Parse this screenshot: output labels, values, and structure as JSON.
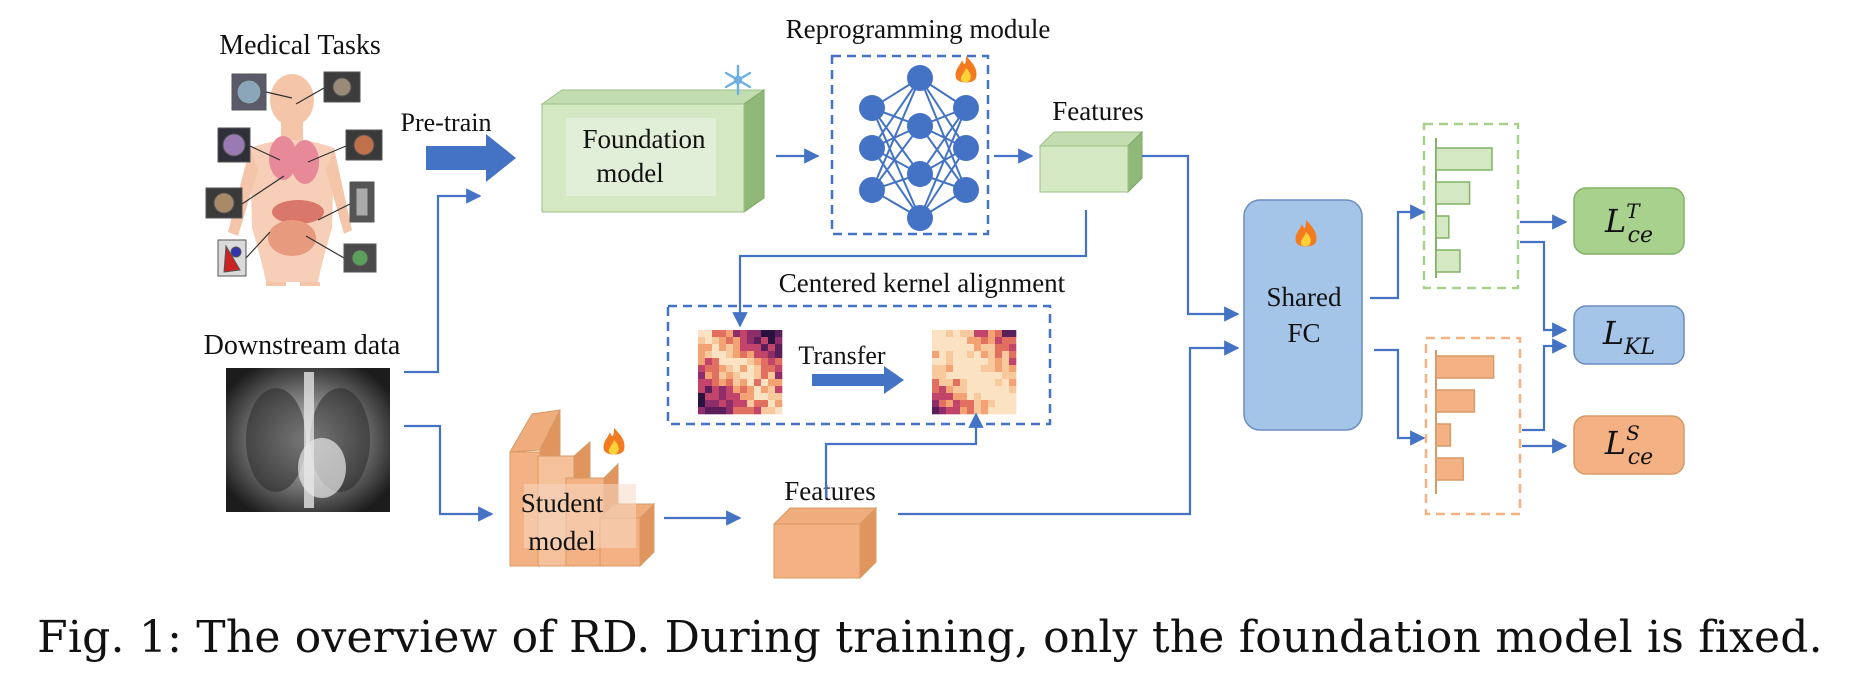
{
  "labels": {
    "medical_tasks": "Medical Tasks",
    "pretrain": "Pre-train",
    "downstream_data": "Downstream data",
    "foundation_line1": "Foundation",
    "foundation_line2": "model",
    "reprogramming": "Reprogramming module",
    "features_top": "Features",
    "cka": "Centered kernel alignment",
    "transfer": "Transfer",
    "student_line1": "Student",
    "student_line2": "model",
    "features_bottom": "Features",
    "shared_line1": "Shared",
    "shared_line2": "FC"
  },
  "losses": {
    "teacher": {
      "base": "L",
      "sup": "T",
      "sub": "ce"
    },
    "kl": {
      "base": "L",
      "sub": "KL"
    },
    "student": {
      "base": "L",
      "sup": "S",
      "sub": "ce"
    }
  },
  "caption": "Fig. 1: The overview of RD. During training, only the foundation model is fixed.",
  "histograms": {
    "teacher": [
      0.7,
      0.42,
      0.16,
      0.3
    ],
    "student": [
      0.72,
      0.48,
      0.18,
      0.34
    ]
  },
  "icons": {
    "fire": "fire-icon",
    "snowflake": "snowflake-icon"
  },
  "colors": {
    "arrow": "#4472c4",
    "green_fill": "#d5e8c4",
    "green_stroke": "#82b366",
    "orange_fill": "#f4b183",
    "orange_stroke": "#d79b66",
    "blue_fill": "#a4c4e8",
    "blue_stroke": "#6c8ebf",
    "loss_teacher": "#a9d18e",
    "loss_kl": "#a4c4e8",
    "loss_student": "#f4b183"
  }
}
